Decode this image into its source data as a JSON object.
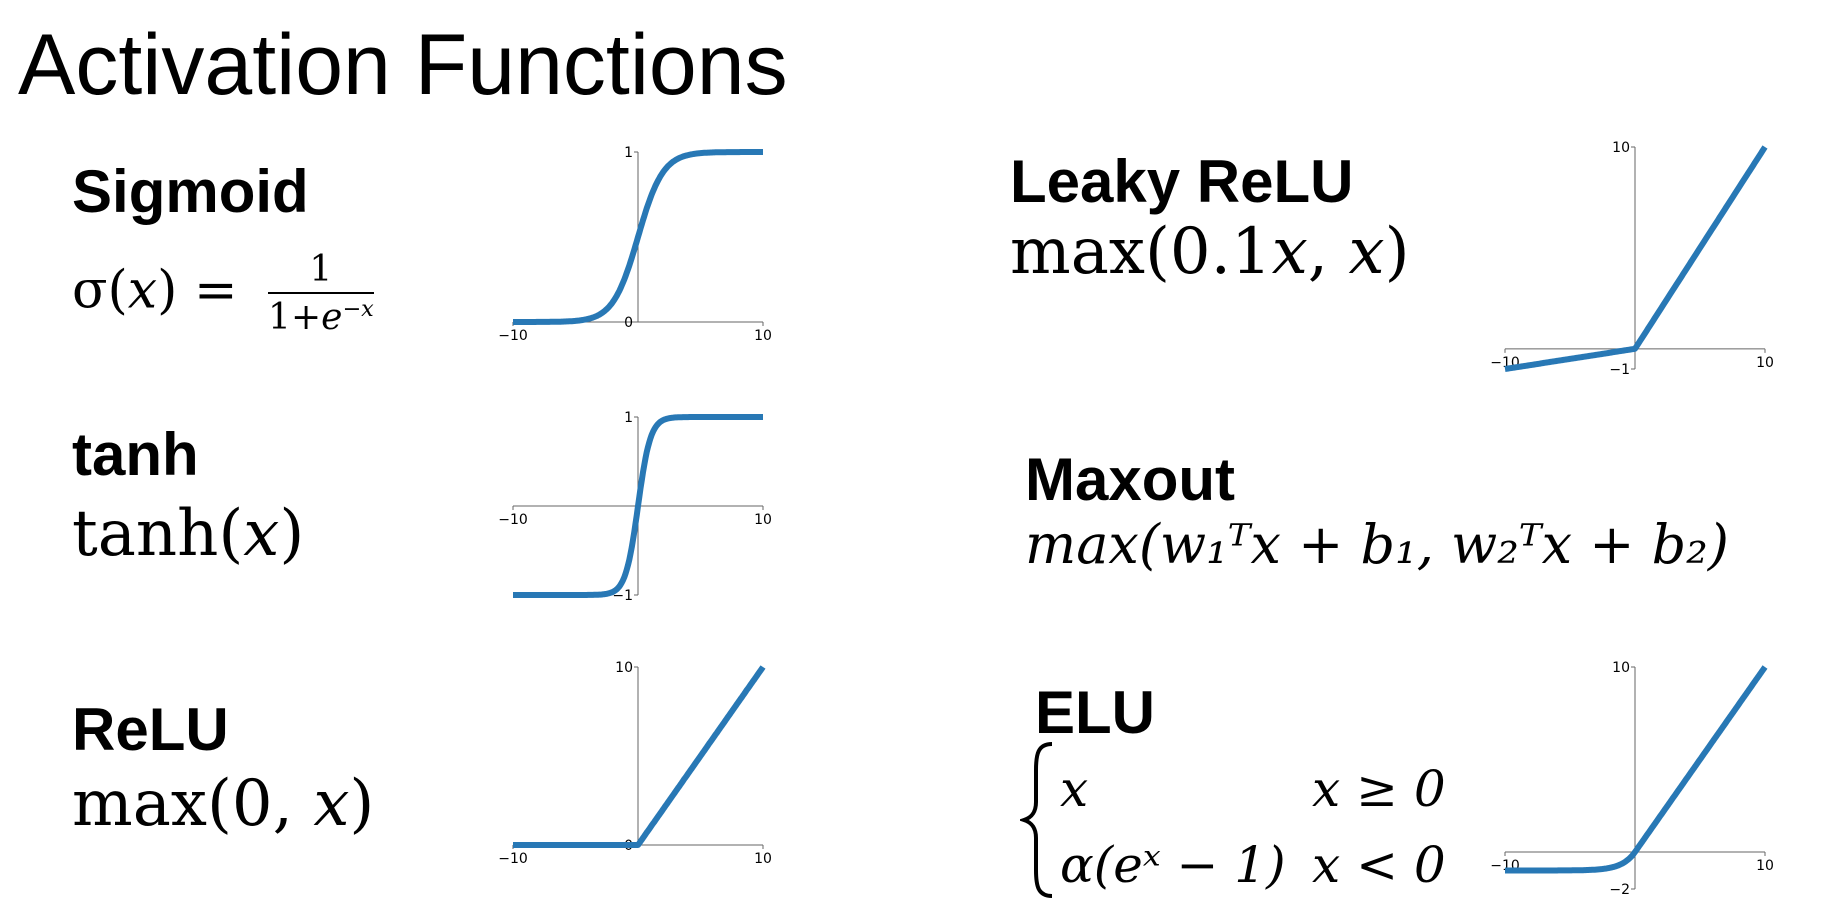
{
  "title": "Activation Functions",
  "colors": {
    "line": "#2878b5",
    "axis": "#666666"
  },
  "functions": {
    "sigmoid": {
      "name": "Sigmoid",
      "lhs": "σ(",
      "var": "x",
      "rhs": ") =",
      "num": "1",
      "den_base": "1+",
      "den_e": "e",
      "den_exp": "−x"
    },
    "tanh": {
      "name": "tanh",
      "fn": "tanh(",
      "var": "x",
      "close": ")"
    },
    "relu": {
      "name": "ReLU",
      "fn": "max(0, ",
      "var": "x",
      "close": ")"
    },
    "leaky": {
      "name": "Leaky ReLU",
      "fn": "max(0.1",
      "var": "x",
      "mid": ", ",
      "var2": "x",
      "close": ")"
    },
    "maxout": {
      "name": "Maxout",
      "text": "max(w₁ᵀx + b₁, w₂ᵀx + b₂)"
    },
    "elu": {
      "name": "ELU",
      "case1": "x",
      "cond1": "x ≥ 0",
      "case2": "α(eˣ − 1)",
      "cond2": "x < 0"
    }
  },
  "chart_data": [
    {
      "type": "line",
      "series": [
        {
          "name": "",
          "function": "sigmoid",
          "x_range": [
            -10,
            10
          ]
        }
      ],
      "xlim": [
        -10,
        10
      ],
      "ylim": [
        0,
        1
      ],
      "xticks": [
        "−10",
        "10"
      ],
      "yticks": [
        "0",
        "1"
      ]
    },
    {
      "type": "line",
      "series": [
        {
          "name": "",
          "function": "tanh",
          "x_range": [
            -10,
            10
          ]
        }
      ],
      "xlim": [
        -10,
        10
      ],
      "ylim": [
        -1,
        1
      ],
      "xticks": [
        "−10",
        "10"
      ],
      "yticks": [
        "−1",
        "1"
      ]
    },
    {
      "type": "line",
      "series": [
        {
          "name": "",
          "function": "relu",
          "x_range": [
            -10,
            10
          ]
        }
      ],
      "xlim": [
        -10,
        10
      ],
      "ylim": [
        0,
        10
      ],
      "xticks": [
        "−10",
        "10"
      ],
      "yticks": [
        "0",
        "10"
      ]
    },
    {
      "type": "line",
      "series": [
        {
          "name": "",
          "function": "leaky_relu",
          "slope_negative": 0.1,
          "x_range": [
            -10,
            10
          ]
        }
      ],
      "xlim": [
        -10,
        10
      ],
      "ylim": [
        -1,
        10
      ],
      "xticks": [
        "−10",
        "10"
      ],
      "yticks": [
        "−1",
        "10"
      ]
    },
    {
      "type": "line",
      "series": [
        {
          "name": "",
          "function": "elu",
          "alpha": 1,
          "x_range": [
            -10,
            10
          ]
        }
      ],
      "xlim": [
        -10,
        10
      ],
      "ylim": [
        -2,
        10
      ],
      "xticks": [
        "−10",
        "10"
      ],
      "yticks": [
        "−2",
        "10"
      ]
    }
  ]
}
